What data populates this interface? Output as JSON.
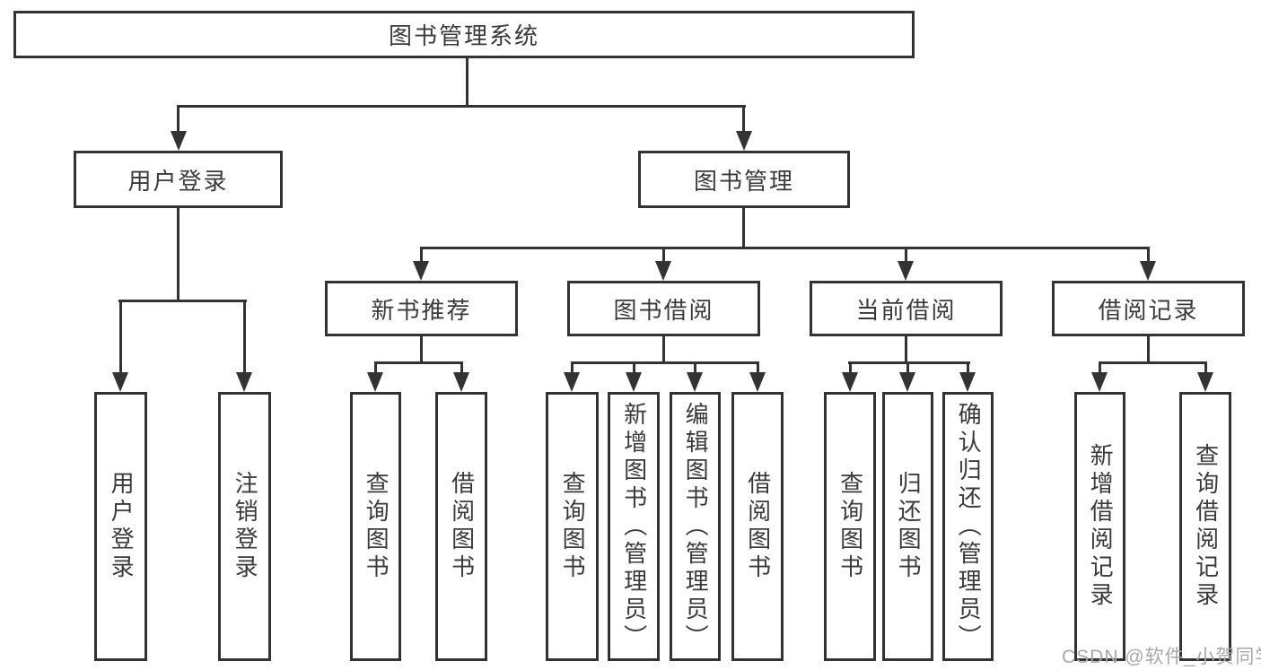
{
  "diagram": {
    "title": "图书管理系统",
    "level2": {
      "user_login": "用户登录",
      "book_mgmt": "图书管理"
    },
    "level3": {
      "new_book_rec": "新书推荐",
      "book_borrow": "图书借阅",
      "current_borrow": "当前借阅",
      "borrow_records": "借阅记录"
    },
    "leaves": {
      "user_login": "用户登录",
      "logout": "注销登录",
      "rec_query_books": "查询图书",
      "rec_borrow_books": "借阅图书",
      "bb_query_books": "查询图书",
      "bb_add_book": "新增图书（管理员）",
      "bb_edit_book": "编辑图书（管理员）",
      "bb_borrow_books": "借阅图书",
      "cb_query_books": "查询图书",
      "cb_return_book": "归还图书",
      "cb_confirm_return": "确认归还（管理员）",
      "br_add_record": "新增借阅记录",
      "br_query_record": "查询借阅记录"
    },
    "watermark": "CSDN @软件_小贺同学"
  },
  "colors": {
    "line": "#333333",
    "text": "#3a3a3a",
    "watermark": "#a8a8a8",
    "background": "#ffffff"
  }
}
